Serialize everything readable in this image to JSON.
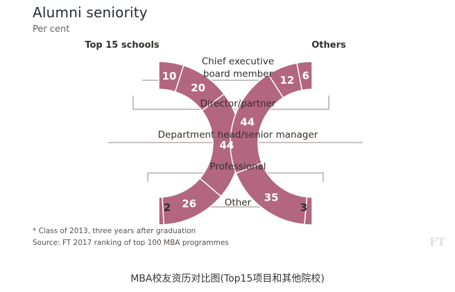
{
  "title": "Alumni seniority",
  "subtitle": "Per cent",
  "footnote": "* Class of 2013, three years after graduation",
  "source": "Source: FT 2017 ranking of top 100 MBA programmes",
  "logo": "FT",
  "caption": "MBA校友资历对比图(Top15项目和其他院校)",
  "colors": {
    "segment": "#b2667f",
    "stroke": "#ffffff",
    "label_on_segment": "#ffffff",
    "line": "#8c8580",
    "text": "#33302e"
  },
  "chart_data": {
    "type": "pie",
    "unit": "Per cent",
    "categories": [
      "Chief executive board member",
      "Director/partner",
      "Department head/senior manager",
      "Professional",
      "Other"
    ],
    "category_label_lines": [
      [
        "Chief executive",
        "board member"
      ],
      [
        "Director/partner"
      ],
      [
        "Department head/senior manager"
      ],
      [
        "Professional"
      ],
      [
        "Other"
      ]
    ],
    "series": [
      {
        "name": "Top 15 schools",
        "values": [
          10,
          20,
          44,
          26,
          2
        ]
      },
      {
        "name": "Others",
        "values": [
          6,
          12,
          44,
          35,
          3
        ]
      }
    ]
  }
}
